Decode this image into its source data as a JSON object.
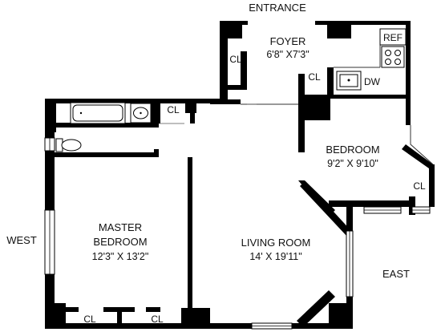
{
  "compass": {
    "entrance": "ENTRANCE",
    "west": "WEST",
    "east": "EAST"
  },
  "rooms": {
    "foyer": {
      "name": "FOYER",
      "dims": "6'8\" X7'3\""
    },
    "bedroom": {
      "name": "BEDROOM",
      "dims": "9'2\" X 9'10\""
    },
    "master": {
      "name1": "MASTER",
      "name2": "BEDROOM",
      "dims": "12'3\" X 13'2\""
    },
    "living": {
      "name": "LIVING ROOM",
      "dims": "14' X 19'11\""
    }
  },
  "fixtures": {
    "closet": "CL",
    "ref": "REF",
    "dw": "DW"
  },
  "colors": {
    "wall": "#000000",
    "thin": "#333333",
    "background": "#ffffff"
  }
}
